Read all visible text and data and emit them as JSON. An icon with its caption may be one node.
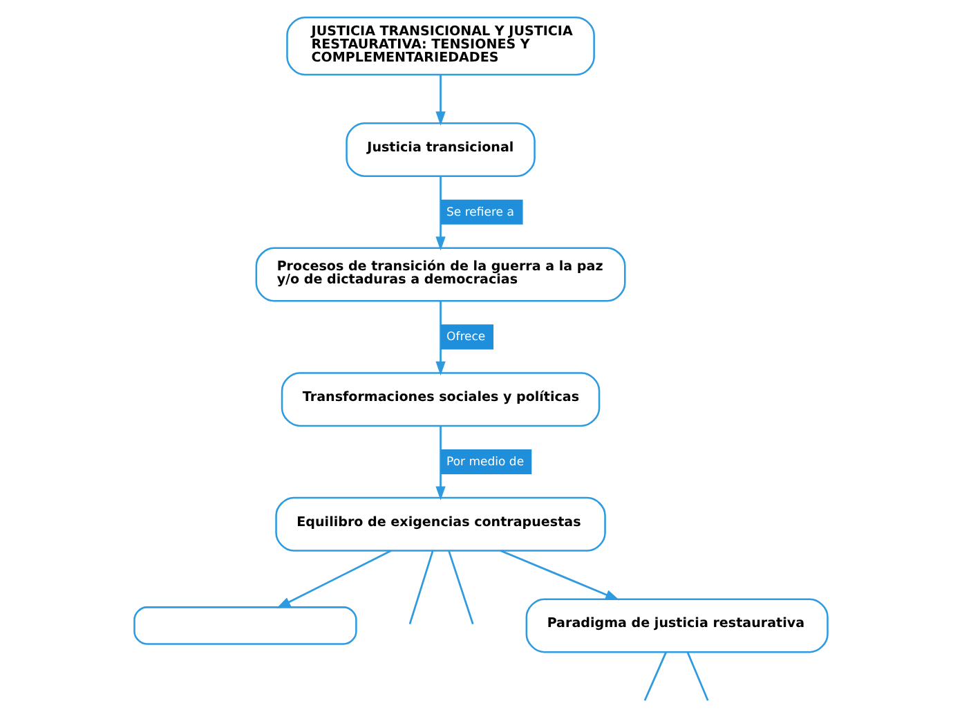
{
  "diagram": {
    "nodes": [
      {
        "text": [
          "JUSTICIA TRANSICIONAL Y JUSTICIA RESTAURATIVA: TENSIONES Y COMPLEMENTARIEDADES"
        ]
      },
      {
        "text": [
          "Justicia transicional"
        ]
      },
      {
        "text": [
          "Procesos de transición de la guerra a la paz y/o de dictaduras a democracias"
        ]
      },
      {
        "text": [
          "Transformaciones sociales y políticas"
        ]
      },
      {
        "text": [
          "Equilibro de exigencias contrapuestas"
        ]
      },
      {
        "text": [
          "Paradigma de justicia restaurativa"
        ]
      },
      {
        "text": [],
        "shape": "box"
      }
    ],
    "edges": [
      {
        "from": 0,
        "to": 1,
        "arrow": "to"
      },
      {
        "from": 1,
        "to": 2,
        "arrow": "to",
        "label": "Se refiere a"
      },
      {
        "from": 2,
        "to": 3,
        "arrow": "to",
        "label": "Ofrece"
      },
      {
        "from": 3,
        "to": 4,
        "arrow": "to",
        "label": "Por medio de"
      },
      {
        "from": 4,
        "to": 6,
        "arrow": "to"
      },
      {
        "from": 4,
        "to": null,
        "arrow": "none"
      },
      {
        "from": 4,
        "to": null,
        "arrow": "none"
      },
      {
        "from": 4,
        "to": 5,
        "arrow": "to"
      },
      {
        "from": 5,
        "to": null,
        "arrow": "none"
      },
      {
        "from": 5,
        "to": null,
        "arrow": "none"
      }
    ]
  }
}
